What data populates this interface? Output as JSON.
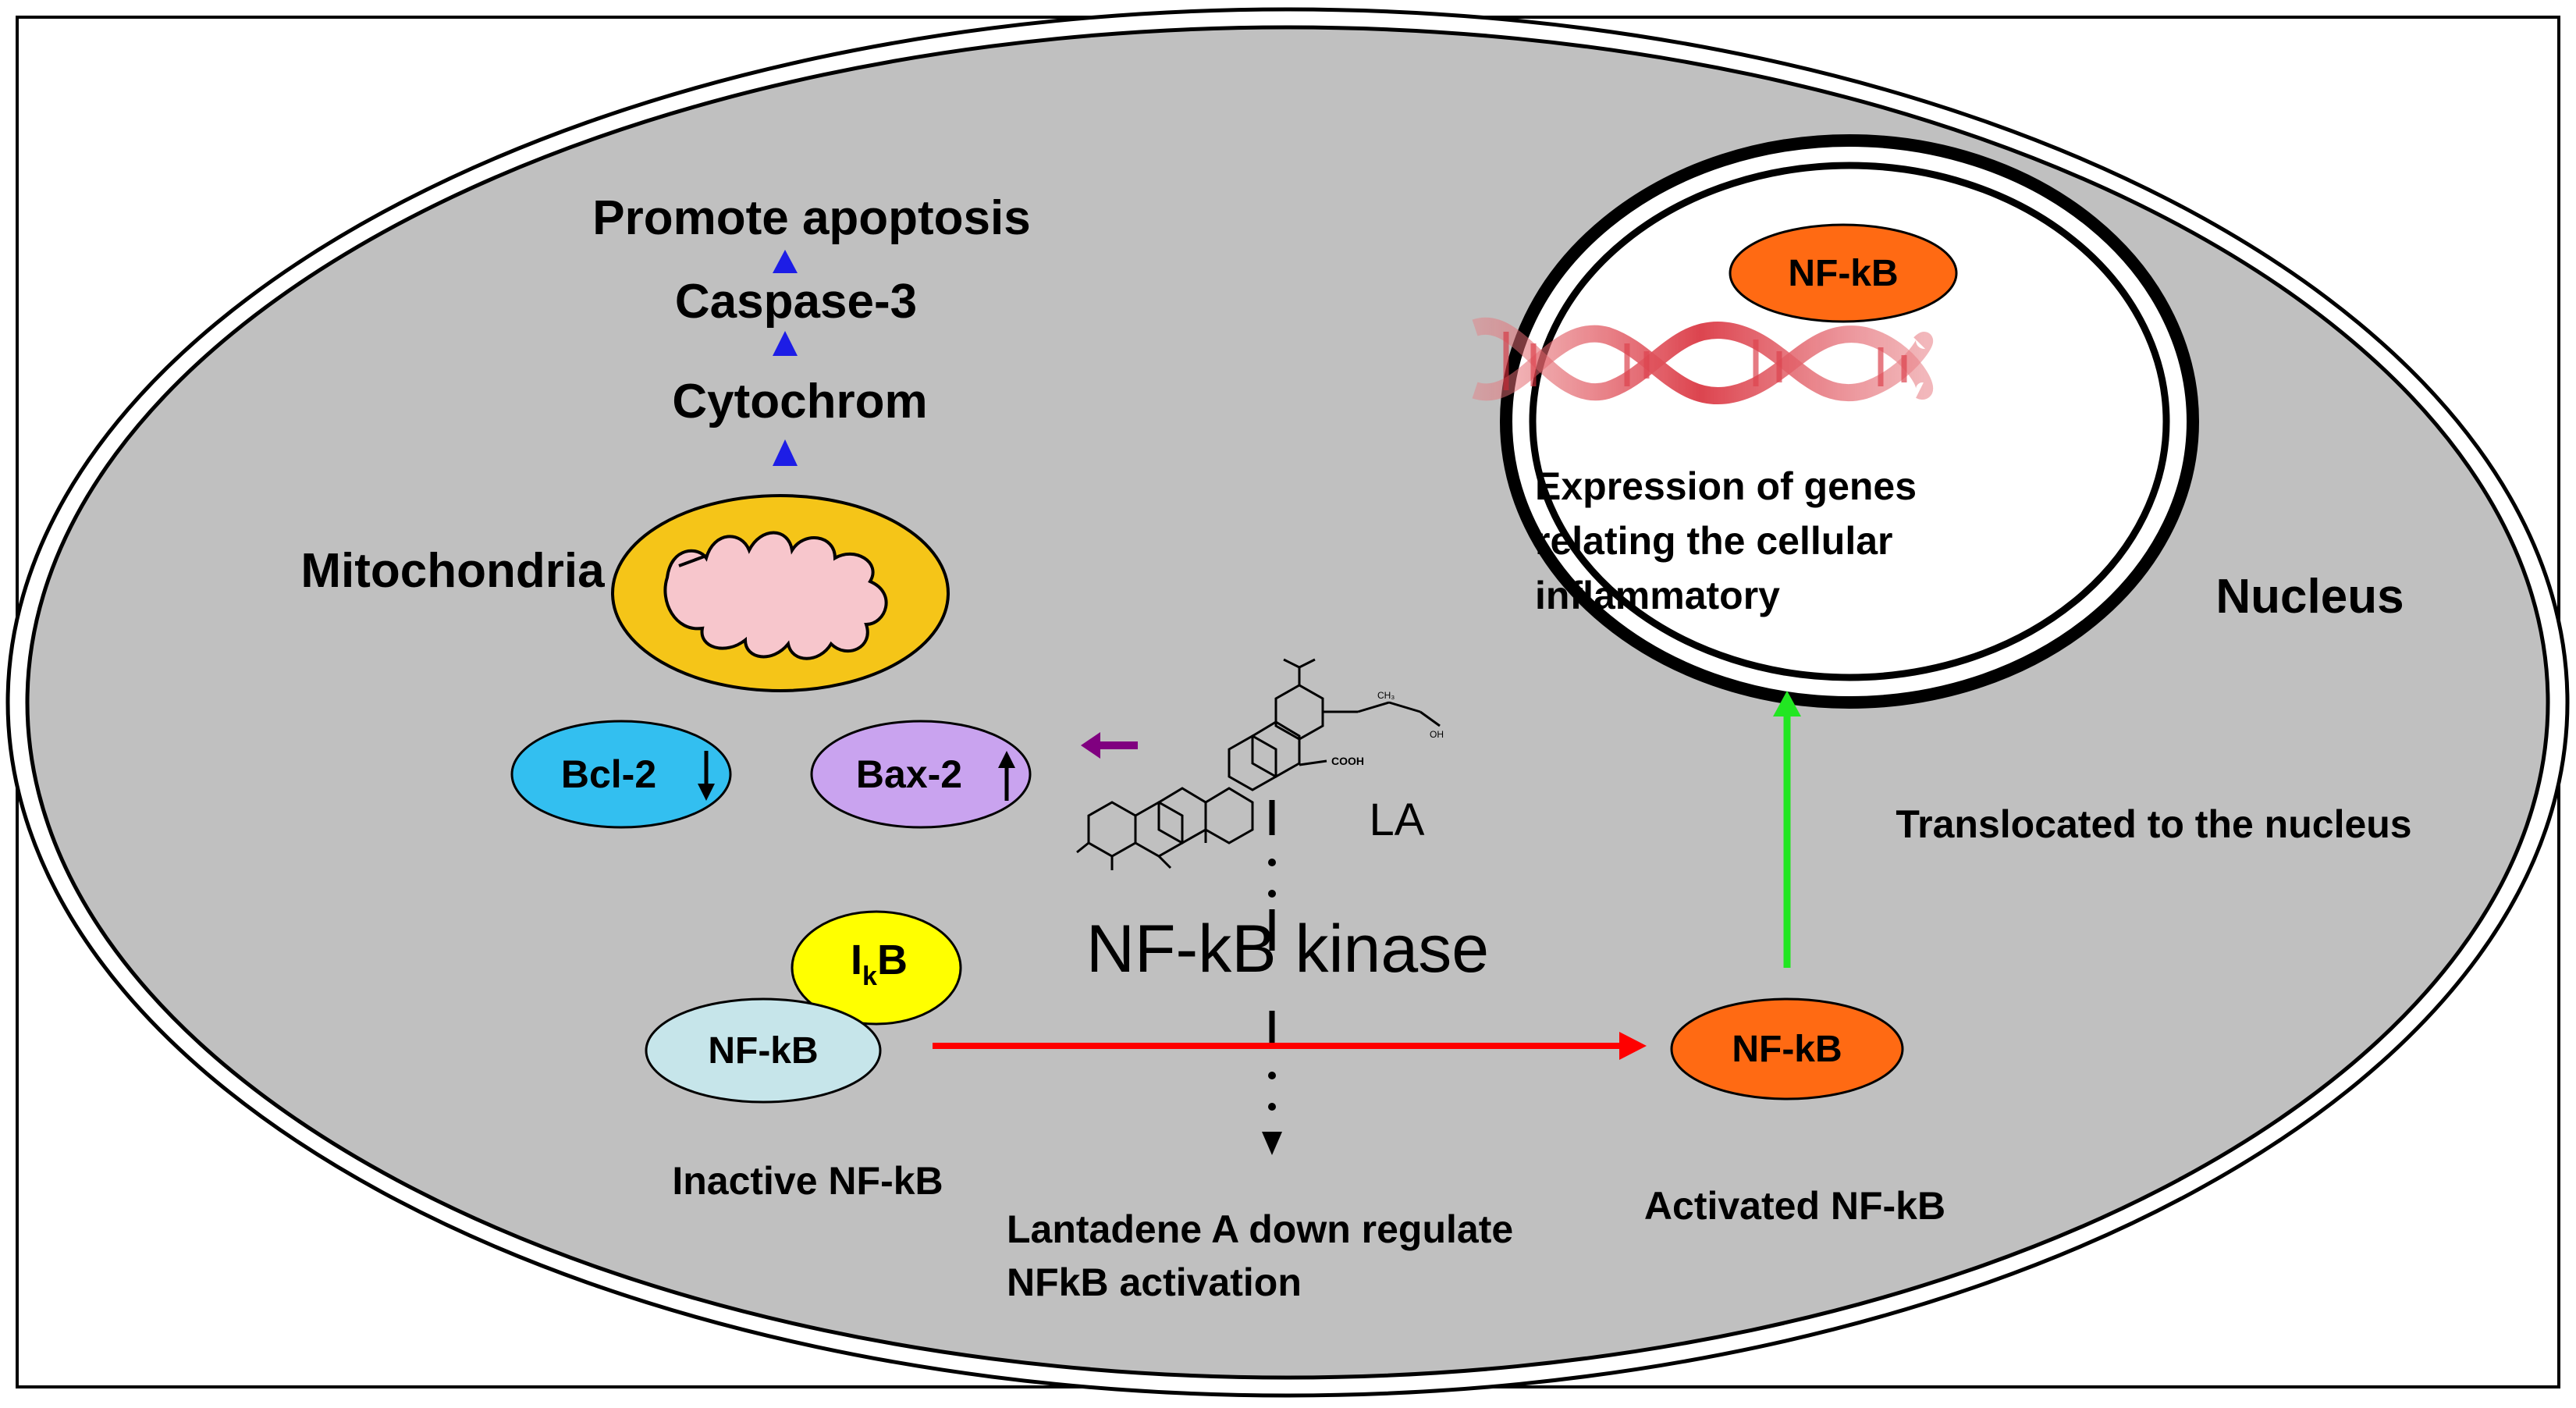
{
  "diagram": {
    "labels": {
      "promote_apoptosis": "Promote apoptosis",
      "caspase3": "Caspase-3",
      "cytochrom": "Cytochrom",
      "mitochondria": "Mitochondria",
      "bcl2": "Bcl-2",
      "bax2": "Bax-2",
      "la": "LA",
      "nfkb_kinase": "NF-kB kinase",
      "ikb_main": "I",
      "ikb_sub": "k",
      "ikb_tail": "B",
      "nfkb_inactive_bubble": "NF-kB",
      "inactive_nfkb": "Inactive NF-kB",
      "nfkb_active_bubble": "NF-kB",
      "activated_nfkb": "Activated NF-kB",
      "lantadene_line1": "Lantadene A down regulate",
      "lantadene_line2": "NFkB activation",
      "translocated": "Translocated to the nucleus",
      "nucleus": "Nucleus",
      "nfkb_nucleus_bubble": "NF-kB",
      "expression_line1": "Expression of genes",
      "expression_line2": "relating the cellular",
      "expression_line3": "inflammatory"
    },
    "regulation": {
      "bcl2": "down",
      "bax2": "up"
    },
    "colors": {
      "cell_fill": "#c0c0c0",
      "nucleus_fill": "#ffffff",
      "mitochondria_outer": "#f5c518",
      "mitochondria_inner": "#f7c6cc",
      "bcl2_fill": "#33bff0",
      "bax2_fill": "#c9a3ef",
      "ikb_fill": "#ffff00",
      "nfkb_inactive_fill": "#c6e5ea",
      "nfkb_active_fill": "#ff6a13",
      "apoptosis_arrow": "#1d1de6",
      "activation_arrow": "#ff0000",
      "translocation_arrow": "#22e622",
      "la_arrow": "#800080",
      "dna_color": "#d9303c"
    }
  }
}
